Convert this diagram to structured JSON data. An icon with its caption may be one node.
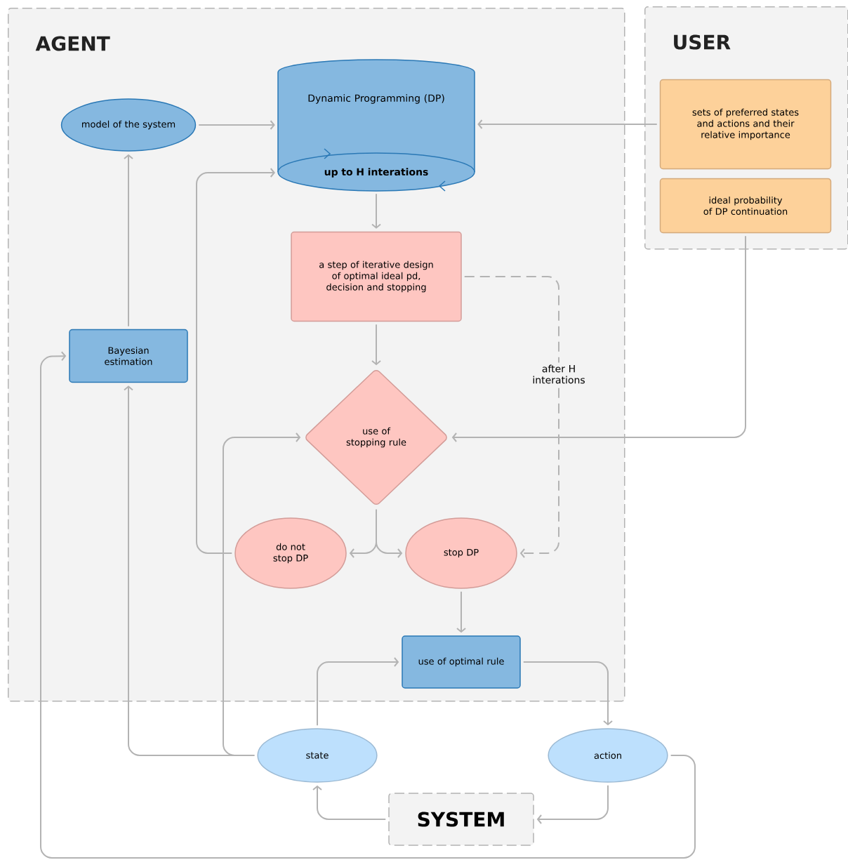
{
  "diagram": {
    "nodes": [
      {
        "text": [
          "AGENT"
        ]
      },
      {
        "text": [
          "USER"
        ]
      },
      {
        "text": [
          "model of the system"
        ],
        "in": 0
      },
      {
        "text": [
          "Dynamic Programming (DP)",
          "up to H interations"
        ],
        "in": 0
      },
      {
        "text": [
          "sets of preferred states and actions and their relative importance"
        ],
        "in": 1
      },
      {
        "text": [
          "ideal probability of DP continuation"
        ],
        "in": 1
      },
      {
        "text": [
          "a step of iterative design of optimal ideal pd, decision and stopping"
        ],
        "in": 0
      },
      {
        "text": [
          "Bayesian estimation"
        ],
        "in": 0
      },
      {
        "text": [
          "use of stopping rule"
        ],
        "in": 0
      },
      {
        "text": [
          "do not stop DP"
        ],
        "in": 0
      },
      {
        "text": [
          "stop DP"
        ],
        "in": 0
      },
      {
        "text": [
          "use of optimal rule"
        ],
        "in": 0
      },
      {
        "text": [
          "state"
        ]
      },
      {
        "text": [
          "action"
        ]
      },
      {
        "text": [
          "SYSTEM"
        ]
      }
    ],
    "edges": [
      {
        "from": 2,
        "to": 3,
        "arrow": "to"
      },
      {
        "from": 4,
        "to": 3,
        "arrow": "to"
      },
      {
        "from": 3,
        "to": 6,
        "arrow": "to"
      },
      {
        "from": 6,
        "to": 8,
        "arrow": "to"
      },
      {
        "from": 6,
        "to": 10,
        "arrow": "to",
        "style": "dashed",
        "label": "after H interations"
      },
      {
        "from": 5,
        "to": 8,
        "arrow": "to"
      },
      {
        "from": 8,
        "to": 9,
        "arrow": "to"
      },
      {
        "from": 8,
        "to": 10,
        "arrow": "to"
      },
      {
        "from": 9,
        "to": 3,
        "arrow": "to"
      },
      {
        "from": 10,
        "to": 11,
        "arrow": "to"
      },
      {
        "from": 7,
        "to": 2,
        "arrow": "to"
      },
      {
        "from": 12,
        "to": 7,
        "arrow": "to"
      },
      {
        "from": 12,
        "to": 8,
        "arrow": "to"
      },
      {
        "from": 12,
        "to": 11,
        "arrow": "to"
      },
      {
        "from": 11,
        "to": 13,
        "arrow": "to"
      },
      {
        "from": 13,
        "to": 14,
        "arrow": "to"
      },
      {
        "from": 14,
        "to": 12,
        "arrow": "to"
      },
      {
        "from": 13,
        "to": 7,
        "arrow": "to"
      }
    ]
  }
}
